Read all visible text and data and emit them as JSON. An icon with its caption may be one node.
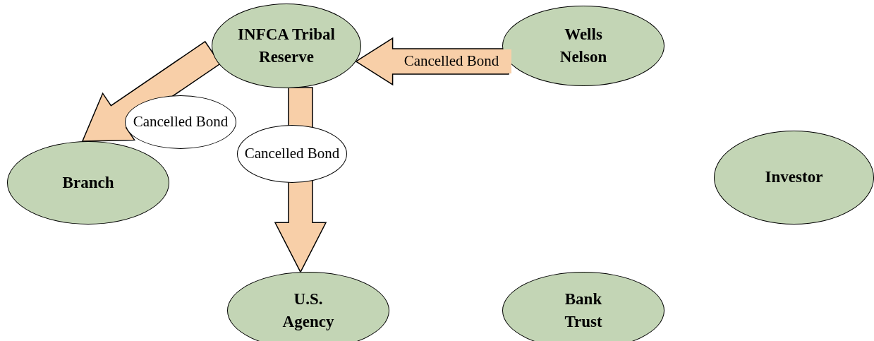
{
  "diagram": {
    "nodes": [
      {
        "text": [
          "INFCA Tribal Reserve"
        ]
      },
      {
        "text": [
          "Wells Nelson"
        ]
      },
      {
        "text": [
          "Branch"
        ]
      },
      {
        "text": [
          "Investor"
        ]
      },
      {
        "text": [
          "U.S. Agency"
        ]
      },
      {
        "text": [
          "Bank Trust"
        ]
      }
    ],
    "edges": [
      {
        "from": 1,
        "to": 0,
        "arrow": "to",
        "label": "Cancelled Bond"
      },
      {
        "from": 0,
        "to": 2,
        "arrow": "to",
        "label": "Cancelled Bond"
      },
      {
        "from": 0,
        "to": 4,
        "arrow": "to",
        "label": "Cancelled Bond"
      }
    ]
  }
}
